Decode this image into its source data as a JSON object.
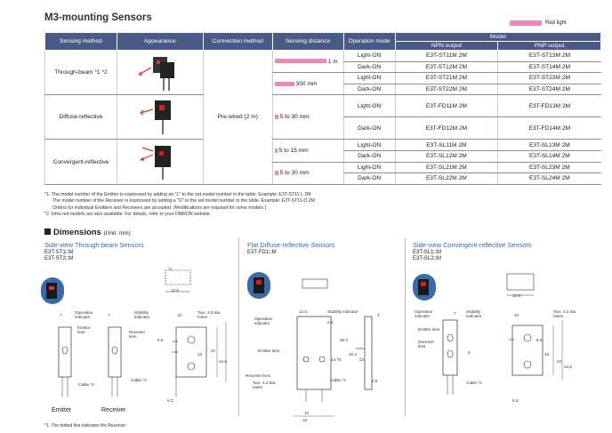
{
  "title": "M3-mounting Sensors",
  "legend": "Red light",
  "headers": {
    "sensing_method": "Sensing method",
    "appearance": "Appearance",
    "connection_method": "Connection method",
    "sensing_distance": "Sensing distance",
    "operation_mode": "Operation mode",
    "model": "Model",
    "npn": "NPN output",
    "pnp": "PNP output"
  },
  "connection": "Pre-wired (2 m)",
  "methods": {
    "through": "Through-beam *1 *2",
    "diffuse": "Diffuse-reflective",
    "convergent": "Convergent-reflective"
  },
  "distances": {
    "d1": "1 m",
    "d2": "300 mm",
    "d3": "5 to 30 mm",
    "d4": "5 to 15 mm",
    "d5": "5 to 30 mm"
  },
  "rows": [
    {
      "mode": "Light-ON",
      "npn": "E3T-ST11M 2M",
      "pnp": "E3T-ST13M 2M"
    },
    {
      "mode": "Dark-ON",
      "npn": "E3T-ST12M 2M",
      "pnp": "E3T-ST14M 2M"
    },
    {
      "mode": "Light-ON",
      "npn": "E3T-ST21M 2M",
      "pnp": "E3T-ST23M 2M"
    },
    {
      "mode": "Dark-ON",
      "npn": "E3T-ST22M 2M",
      "pnp": "E3T-ST24M 2M"
    },
    {
      "mode": "Light-ON",
      "npn": "E3T-FD11M 2M",
      "pnp": "E3T-FD13M 2M"
    },
    {
      "mode": "Dark-ON",
      "npn": "E3T-FD12M 2M",
      "pnp": "E3T-FD14M 2M"
    },
    {
      "mode": "Light-ON",
      "npn": "E3T-SL11M 2M",
      "pnp": "E3T-SL13M 2M"
    },
    {
      "mode": "Dark-ON",
      "npn": "E3T-SL12M 2M",
      "pnp": "E3T-SL14M 2M"
    },
    {
      "mode": "Light-ON",
      "npn": "E3T-SL21M 2M",
      "pnp": "E3T-SL23M 2M"
    },
    {
      "mode": "Dark-ON",
      "npn": "E3T-SL22M 2M",
      "pnp": "E3T-SL24M 2M"
    }
  ],
  "notes": [
    "*1. The model number of the Emitter is expressed by adding an \"L\" to the set model number in the table. Example: E3T-ST11-L 2M",
    "The model number of the Receiver is expressed by adding a \"D\" to the set model number in the table. Example: E3T-ST11-D 2M",
    "Orders for individual Emitters and Receivers are accepted. (Modifications are required for some models.)",
    "*2. Infra-red models are also available. For details, refer to your OMRON website."
  ],
  "dimensions": {
    "heading": "Dimensions",
    "unit": "(Unit: mm)",
    "col1": {
      "title": "Side-view Through-beam Sensors",
      "m1": "E3T-ST1□M",
      "m2": "E3T-ST2□M"
    },
    "col2": {
      "title": "Flat Diffuse-reflective Sensors",
      "m1": "E3T-FD1□M"
    },
    "col3": {
      "title": "Side-view Convergent-reflective Sensors",
      "m1": "E3T-SL1□M",
      "m2": "E3T-SL2□M"
    },
    "labels": {
      "emitter": "Emitter",
      "receiver": "Receiver",
      "operation_indicator": "Operation indicator",
      "stability_indicator": "Stability indicator",
      "emitter_lens": "Emitter lens",
      "receiver_lens": "Receiver lens",
      "cable": "Cable *2",
      "holes": "Two, 3.2-dia. holes",
      "d7": "7",
      "d10": "10",
      "d12_8": "12.8",
      "d13": "13",
      "d22": "22",
      "d24_5": "24.5",
      "d6_3": "6.3",
      "d12_6": "12.6",
      "d2_5": "2.5",
      "d4": "4",
      "d16": "16",
      "d14_75": "14.75",
      "d20_4": "20.4",
      "d0_5": "0.5",
      "d6_5": "6.5",
      "d1": "*1",
      "d5": "5"
    }
  },
  "footnote": "*1. The dotted line indicates the Receiver."
}
